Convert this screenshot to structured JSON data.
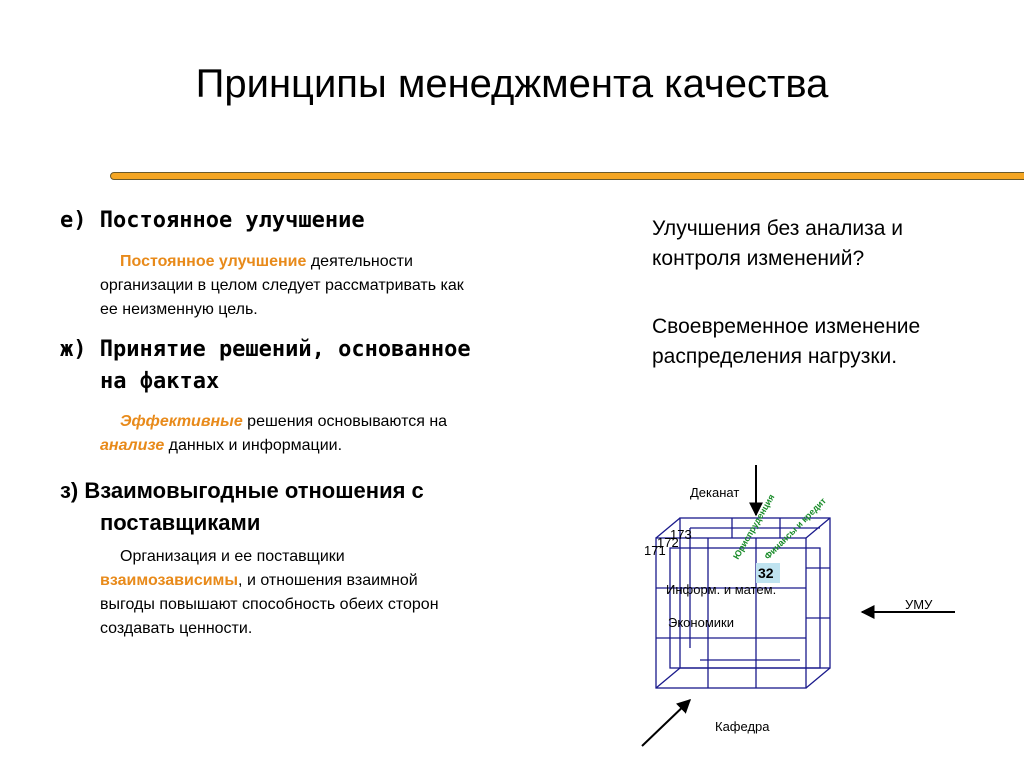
{
  "title": "Принципы менеджмента качества",
  "left": {
    "e": {
      "head": "е) Постоянное улучшение",
      "body_hl": "Постоянное улучшение",
      "body_line1": " деятельности",
      "body_line2": "организации в целом следует рассматривать как",
      "body_line3": "ее неизменную цель."
    },
    "zh": {
      "head_line1": "ж) Принятие решений, основанное",
      "head_line2": "на фактах",
      "body_hl1": "Эффективные",
      "body_line1": " решения основываются на",
      "body_hl2": "анализе",
      "body_line2": " данных и информации."
    },
    "z": {
      "head_line1": "з) Взаимовыгодные отношения с",
      "head_line2": "поставщиками",
      "body_line1": "Организация и ее поставщики",
      "body_hl": "взаимозависимы",
      "body_line2": ", и отношения взаимной",
      "body_line3": "выгоды повышают способность обеих сторон",
      "body_line4": "создавать ценности."
    }
  },
  "right": {
    "q_line1": "Улучшения без анализа и",
    "q_line2": "контроля изменений?",
    "a_line1": "Своевременное изменение",
    "a_line2": "распределения нагрузки."
  },
  "diagram": {
    "dekanat": "Деканат",
    "umu": "УМУ",
    "kafedra": "Кафедра",
    "n173": "173",
    "n172": "172",
    "n171": "171",
    "n32": "32",
    "inform": "Информ. и матем.",
    "economics": "Экономики",
    "g1": "Юриспруденция",
    "g2": "Финансы и кредит"
  },
  "colors": {
    "accent": "#f5a623",
    "highlight": "#e88a1a",
    "cube": "#1a1a8c",
    "green": "#1a8c2a"
  }
}
